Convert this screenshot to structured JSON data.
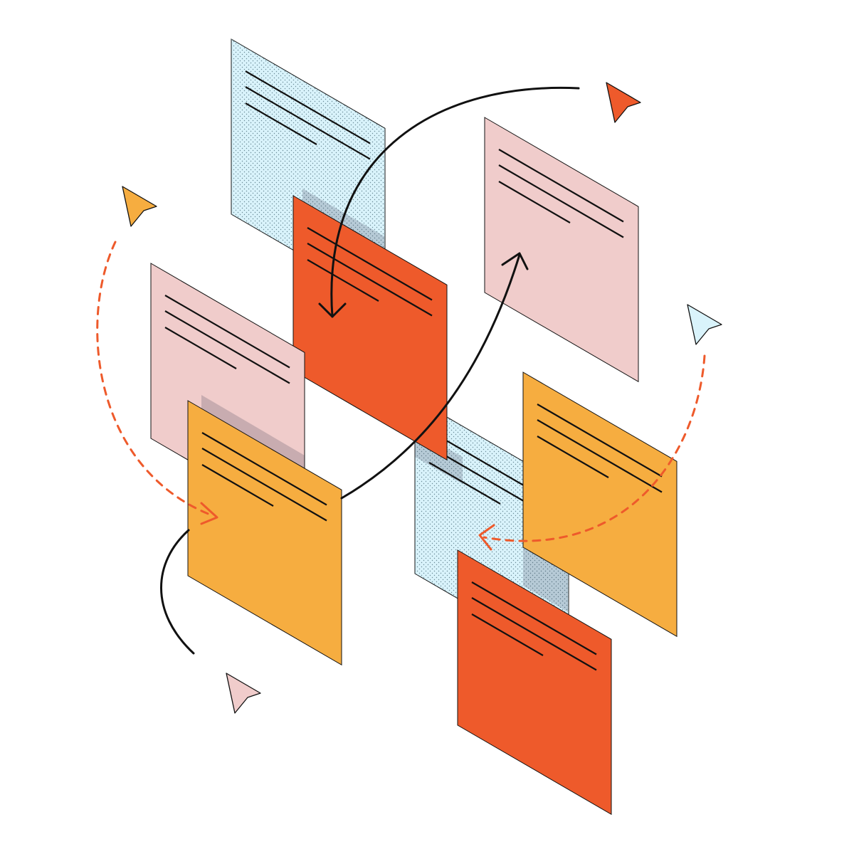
{
  "colors": {
    "light_blue": "#d9f3fb",
    "pink": "#f0cccb",
    "red_orange": "#ee5a2b",
    "yellow_orange": "#f6ad40",
    "ink": "#111111",
    "dashed_arrow": "#ee5a2b",
    "shadow": "rgba(60,60,80,0.22)"
  },
  "cards": [
    {
      "name": "card-blue-top",
      "color": "light_blue",
      "dotted": true
    },
    {
      "name": "card-blue-bottom",
      "color": "light_blue",
      "dotted": true
    },
    {
      "name": "card-red-center",
      "color": "red_orange",
      "dotted": false
    },
    {
      "name": "card-pink-right",
      "color": "pink",
      "dotted": false
    },
    {
      "name": "card-pink-left",
      "color": "pink",
      "dotted": false
    },
    {
      "name": "card-yellow-left",
      "color": "yellow_orange",
      "dotted": false
    },
    {
      "name": "card-yellow-right",
      "color": "yellow_orange",
      "dotted": false
    },
    {
      "name": "card-red-bottom",
      "color": "red_orange",
      "dotted": false
    }
  ],
  "cursors": [
    {
      "name": "cursor-red",
      "color": "red_orange"
    },
    {
      "name": "cursor-yellow",
      "color": "yellow_orange"
    },
    {
      "name": "cursor-blue",
      "color": "light_blue"
    },
    {
      "name": "cursor-pink",
      "color": "pink"
    }
  ]
}
